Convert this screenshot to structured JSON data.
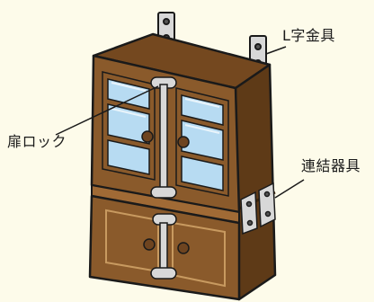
{
  "labels": {
    "l_bracket": "L字金具",
    "door_lock": "扉ロック",
    "connector": "連結器具"
  },
  "colors": {
    "background": "#fdfbea",
    "cabinet_front": "#8a5a2b",
    "cabinet_side": "#5e3a17",
    "cabinet_top": "#74481f",
    "glass": "#b7dbf2",
    "hardware": "#d8d8d8",
    "outline": "#1a1a1a"
  }
}
